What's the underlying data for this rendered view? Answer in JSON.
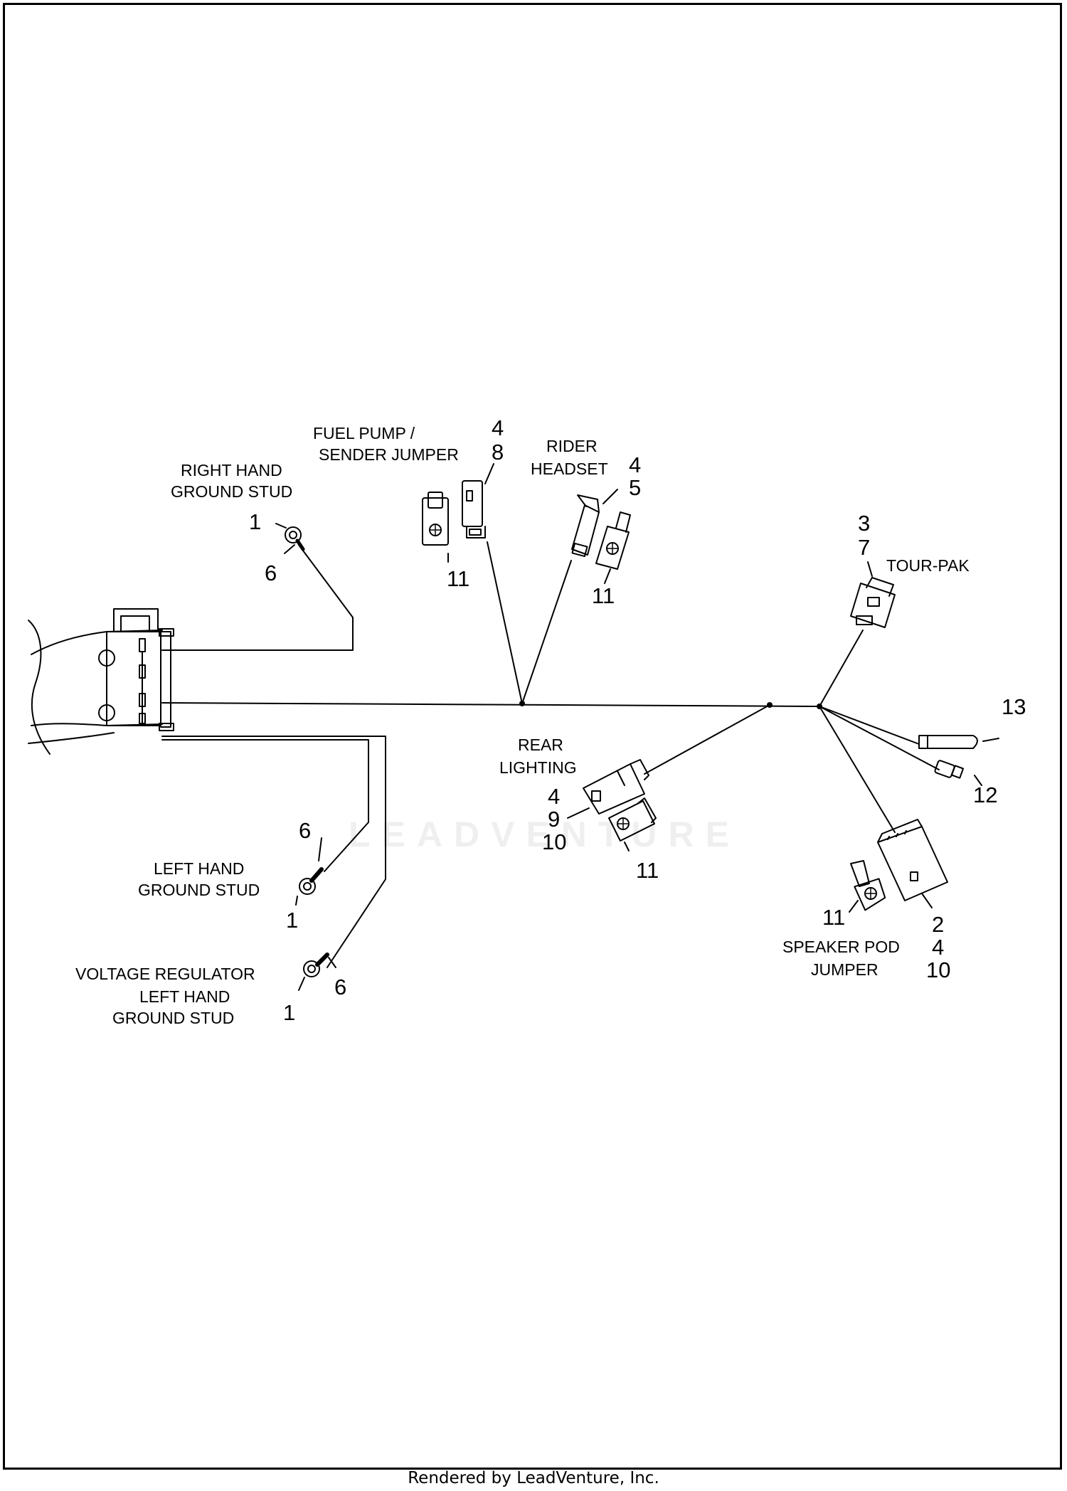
{
  "callouts": {
    "fuel_pump": {
      "line1": "FUEL PUMP /",
      "line2": "SENDER JUMPER",
      "n1": "4",
      "n2": "8"
    },
    "rider_headset": {
      "line1": "RIDER",
      "line2": "HEADSET",
      "n1": "4",
      "n2": "5"
    },
    "right_hand": {
      "line1": "RIGHT HAND",
      "line2": "GROUND STUD",
      "n1": "1",
      "n2": "6"
    },
    "tour_pak": {
      "line1": "TOUR-PAK",
      "n1": "3",
      "n2": "7"
    },
    "rear_lighting": {
      "line1": "REAR",
      "line2": "LIGHTING",
      "n1": "4",
      "n2": "9",
      "n3": "10"
    },
    "left_hand": {
      "line1": "LEFT HAND",
      "line2": "GROUND STUD",
      "n1": "6",
      "n2": "1"
    },
    "voltage_regulator": {
      "line1": "VOLTAGE REGULATOR",
      "line2": "LEFT HAND",
      "line3": "GROUND STUD",
      "n1": "1",
      "n2": "6"
    },
    "speaker_pod": {
      "line1": "SPEAKER POD",
      "line2": "JUMPER",
      "n1": "2",
      "n2": "4",
      "n3": "10"
    }
  },
  "item_numbers": {
    "fuel_pump_lock": "11",
    "rider_headset_lock": "11",
    "rear_lighting_lock": "11",
    "speaker_pod_lock": "11",
    "end_cap": "13",
    "small_connector": "12"
  },
  "watermark": "LEADVENTURE",
  "footer": "Rendered by LeadVenture, Inc."
}
